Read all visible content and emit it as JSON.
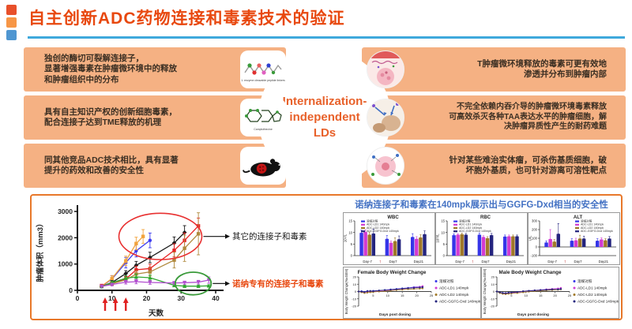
{
  "slide": {
    "title": "自主创新ADC药物连接和毒素技术的验证",
    "accent_red_orange": "#e8480f",
    "accent_orange": "#f79646",
    "accent_blue": "#4f96d1",
    "bar_background": "#f5b183",
    "underline_blue": "#3fa9dc"
  },
  "top": {
    "center_label": "Internalization-\nindependent\nLDs",
    "left_rows": [
      {
        "text": "独创的酶切可裂解连接子，\n显著增强毒素在肿瘤微环境中的释放\n和肿瘤组织中的分布",
        "icon": "peptide-linker-structure",
        "caption": "1. enzyme cleavable peptide linkers"
      },
      {
        "text": "具有自主知识产权的创新细胞毒素，\n配合连接子达到TME释放的机理",
        "icon": "camptothecine-structure",
        "caption": "Camptothecine"
      },
      {
        "text": "同其他竞品ADC技术相比，具有显著\n提升的药效和改善的安全性",
        "icon": "mouse-tumor-model"
      }
    ],
    "right_rows": [
      {
        "text": "T肿瘤微环境释放的毒素可更有效地\n渗透并分布到肿瘤内部",
        "icon": "tme-release-diagram"
      },
      {
        "text": "不完全依赖内吞介导的肿瘤微环境毒素释放\n可高效杀灭各种TAA表达水平的肿瘤细胞，解\n决肿瘤异质性产生的耐药难题",
        "icon": "bystander-killing-diagram"
      },
      {
        "text": "针对某些难治实体瘤，可杀伤基质细胞，破\n坏胞外基质，也可针对游离可溶性靶点",
        "icon": "stroma-targeting-diagram"
      }
    ]
  },
  "bottom": {
    "safety_title": "诺纳连接子和毒素在140mpk展示出与GGFG-Dxd相当的安全性"
  },
  "chart_data": [
    {
      "id": "tumor",
      "type": "line",
      "xlabel": "天数",
      "ylabel": "肿瘤体积（mm3）",
      "xlim": [
        0,
        40
      ],
      "ylim": [
        0,
        3000
      ],
      "xticks": [
        0,
        10,
        20,
        30,
        40
      ],
      "yticks": [
        0,
        1000,
        2000,
        3000
      ],
      "dose_days": [
        8,
        11,
        14
      ],
      "series": [
        {
          "name": "other-linker-blue",
          "color": "#3a3af0",
          "marker": "circle",
          "x": [
            7,
            10,
            14,
            17,
            21
          ],
          "y": [
            150,
            430,
            1050,
            1500,
            1900
          ],
          "err": [
            60,
            130,
            200,
            230,
            280
          ]
        },
        {
          "name": "other-linker-orange",
          "color": "#f2a33c",
          "marker": "square",
          "x": [
            7,
            10,
            14,
            17,
            19
          ],
          "y": [
            160,
            450,
            1120,
            1780,
            2050
          ],
          "err": [
            50,
            110,
            180,
            240,
            260
          ]
        },
        {
          "name": "other-linker-black",
          "color": "#1a1a1a",
          "marker": "diamond",
          "x": [
            7,
            10,
            14,
            17,
            21,
            28,
            31
          ],
          "y": [
            150,
            300,
            640,
            950,
            1250,
            1800,
            2200
          ],
          "err": [
            40,
            70,
            110,
            150,
            200,
            230,
            260
          ]
        },
        {
          "name": "other-linker-red",
          "color": "#e82222",
          "marker": "square",
          "x": [
            7,
            10,
            14,
            17,
            21,
            28,
            31,
            35
          ],
          "y": [
            180,
            260,
            430,
            780,
            830,
            1520,
            1900,
            2450
          ],
          "err": [
            40,
            60,
            90,
            140,
            160,
            250,
            280,
            300
          ]
        },
        {
          "name": "other-linker-brown",
          "color": "#b08a3e",
          "marker": "square",
          "x": [
            7,
            10,
            14,
            17,
            21,
            28,
            31,
            35
          ],
          "y": [
            150,
            250,
            400,
            620,
            700,
            1150,
            1600,
            2150
          ],
          "err": [
            40,
            60,
            90,
            130,
            160,
            300,
            500,
            800
          ]
        },
        {
          "name": "hona-toxin-green",
          "color": "#2fa82f",
          "marker": "triangle",
          "x": [
            7,
            10,
            14,
            17,
            21,
            28,
            31,
            35,
            38
          ],
          "y": [
            150,
            290,
            460,
            510,
            480,
            190,
            160,
            160,
            170
          ],
          "err": [
            30,
            60,
            90,
            110,
            100,
            50,
            40,
            40,
            40
          ]
        },
        {
          "name": "hona-toxin-purple",
          "color": "#b24fd0",
          "marker": "tridown",
          "x": [
            7,
            10,
            14,
            17,
            21,
            28,
            31,
            35,
            38
          ],
          "y": [
            150,
            220,
            310,
            330,
            300,
            280,
            290,
            310,
            390
          ],
          "err": [
            30,
            50,
            70,
            80,
            70,
            60,
            60,
            70,
            120
          ]
        }
      ],
      "annotations": {
        "red_ellipse": {
          "cx": 24,
          "cy": 2050,
          "rx": 12,
          "ry": 880,
          "color": "#e83030"
        },
        "green_ellipse": {
          "cx": 33.5,
          "cy": 260,
          "rx": 5.2,
          "ry": 430,
          "color": "#3a9a3a"
        },
        "label_other": "其它的连接子和毒素",
        "label_hona": "诺纳专有的连接子和毒素",
        "label_hona_color": "#e8480f"
      }
    },
    {
      "id": "wbc",
      "type": "bar",
      "title": "WBC",
      "ylabel": "10⁹/L",
      "ylim": [
        0,
        15
      ],
      "yticks": [
        0,
        5,
        10,
        15
      ],
      "categories": [
        "Day-7",
        "Day7",
        "Day21"
      ],
      "legend_side": "left",
      "dose_arrow_between": [
        0,
        1
      ],
      "series": [
        {
          "name": "溶媒对照",
          "color": "#3535e8",
          "values": [
            9.8,
            7.2,
            8.0
          ],
          "err": [
            1.2,
            1.5,
            1.5
          ]
        },
        {
          "name": "ADC-LD1 140mpk",
          "color": "#d23bd2",
          "values": [
            10.2,
            5.5,
            7.2
          ],
          "err": [
            1.0,
            0.8,
            1.0
          ]
        },
        {
          "name": "ADC-LD2 140mpk",
          "color": "#a07828",
          "values": [
            9.0,
            6.2,
            7.8
          ],
          "err": [
            1.2,
            1.5,
            1.2
          ]
        },
        {
          "name": "ADC-GGFG-Dxd 140mpk",
          "color": "#24247e",
          "values": [
            9.5,
            7.0,
            9.2
          ],
          "err": [
            2.0,
            1.5,
            1.5
          ]
        }
      ]
    },
    {
      "id": "rbc",
      "type": "bar",
      "title": "RBC",
      "ylabel": "10¹²/L",
      "ylim": [
        0,
        15
      ],
      "yticks": [
        0,
        5,
        10,
        15
      ],
      "categories": [
        "Day-7",
        "Day7",
        "Day21"
      ],
      "legend_side": "left",
      "dose_arrow_between": [
        0,
        1
      ],
      "series": [
        {
          "name": "溶媒对照",
          "color": "#3535e8",
          "values": [
            8.8,
            9.0,
            8.2
          ],
          "err": [
            0.6,
            0.8,
            0.7
          ]
        },
        {
          "name": "ADC-LD1 140mpk",
          "color": "#d23bd2",
          "values": [
            9.0,
            8.0,
            8.3
          ],
          "err": [
            0.5,
            0.6,
            0.6
          ]
        },
        {
          "name": "ADC-LD2 140mpk",
          "color": "#a07828",
          "values": [
            9.2,
            7.5,
            8.3
          ],
          "err": [
            0.5,
            0.7,
            0.6
          ]
        },
        {
          "name": "ADC-GGFG-Dxd 140mpk",
          "color": "#24247e",
          "values": [
            9.0,
            8.8,
            8.3
          ],
          "err": [
            0.6,
            0.8,
            0.6
          ]
        }
      ]
    },
    {
      "id": "alt",
      "type": "bar",
      "title": "ALT",
      "ylabel": "U/L",
      "ylim": [
        -100,
        300
      ],
      "yticks": [
        -100,
        0,
        100,
        200,
        300
      ],
      "categories": [
        "Day-7",
        "Day7",
        "Day21"
      ],
      "legend_side": "right",
      "dose_arrow_between": [
        0,
        1
      ],
      "series": [
        {
          "name": "溶媒对照",
          "color": "#3535e8",
          "values": [
            50,
            70,
            70
          ],
          "err": [
            20,
            25,
            25
          ]
        },
        {
          "name": "ADC-LD1 140mpk",
          "color": "#d23bd2",
          "values": [
            90,
            75,
            85
          ],
          "err": [
            110,
            25,
            20
          ]
        },
        {
          "name": "ADC-LD2 140mpk",
          "color": "#a07828",
          "values": [
            60,
            95,
            75
          ],
          "err": [
            25,
            40,
            20
          ]
        },
        {
          "name": "ADC-GGFG-Dxd 140mpk",
          "color": "#24247e",
          "values": [
            150,
            95,
            95
          ],
          "err": [
            120,
            30,
            25
          ]
        }
      ]
    },
    {
      "id": "female_bw",
      "type": "bwline",
      "title": "Female Body Weight Change",
      "xlabel": "Days post dosing",
      "ylabel": "Body Weight Change(%±SEM)",
      "xlim": [
        0,
        25
      ],
      "ylim": [
        -20,
        20
      ],
      "xticks": [
        5,
        10,
        15,
        20,
        25
      ],
      "yticks": [
        -20,
        -10,
        0,
        10,
        20
      ],
      "x": [
        0,
        1,
        2,
        3,
        4,
        5,
        7,
        9,
        11,
        13,
        15,
        17,
        19,
        21,
        22
      ],
      "series": [
        {
          "name": "溶媒对照",
          "color": "#3535e8",
          "y": [
            0,
            0.5,
            -0.5,
            0.8,
            0.3,
            1,
            1.2,
            2,
            2.8,
            3.5,
            4.3,
            5,
            6,
            6.5,
            7
          ]
        },
        {
          "name": "ADC-LD1 140mpk",
          "color": "#d23bd2",
          "y": [
            0,
            -0.5,
            -1,
            -0.3,
            0.5,
            0,
            0.8,
            1.5,
            2.2,
            3,
            3.6,
            4.5,
            5.5,
            6.2,
            7.5
          ]
        },
        {
          "name": "ADC-LD2 140mpk",
          "color": "#a07828",
          "y": [
            0,
            -1,
            -2,
            -1.5,
            -1,
            -0.6,
            0,
            0.5,
            1.2,
            2,
            2.6,
            3.2,
            3.6,
            4,
            4.3
          ]
        },
        {
          "name": "ADC-GGFG-Dxd 140mpk",
          "color": "#24247e",
          "y": [
            0,
            0,
            -0.6,
            0.4,
            0.8,
            0.5,
            1.4,
            2,
            2.6,
            3.2,
            4,
            4.6,
            5,
            5.5,
            6
          ]
        }
      ]
    },
    {
      "id": "male_bw",
      "type": "bwline",
      "title": "Male Body Weight Change",
      "xlabel": "Days post dosing",
      "ylabel": "Body Weight Change(%±SEM)",
      "xlim": [
        0,
        25
      ],
      "ylim": [
        -20,
        20
      ],
      "xticks": [
        5,
        10,
        15,
        20,
        25
      ],
      "yticks": [
        -20,
        -10,
        0,
        10,
        20
      ],
      "x": [
        0,
        1,
        2,
        3,
        4,
        5,
        7,
        9,
        11,
        13,
        15,
        17,
        19,
        21,
        22
      ],
      "series": [
        {
          "name": "溶媒对照",
          "color": "#3535e8",
          "y": [
            0,
            -1.2,
            -2,
            -2.6,
            -2.2,
            -1.6,
            -1,
            0,
            0.6,
            1.2,
            1.8,
            2.2,
            2.6,
            3,
            3.4
          ]
        },
        {
          "name": "ADC-LD1 140mpk",
          "color": "#d23bd2",
          "y": [
            0,
            -1.6,
            -2.6,
            -3,
            -2.6,
            -2,
            -1,
            0.2,
            1,
            1.6,
            2.2,
            3,
            3.6,
            4.2,
            5
          ]
        },
        {
          "name": "ADC-LD2 140mpk",
          "color": "#a07828",
          "y": [
            0,
            -2,
            -3.2,
            -3.6,
            -3,
            -2.6,
            -2,
            -1,
            -0.2,
            0.5,
            1,
            1.5,
            2,
            2.4,
            3
          ]
        },
        {
          "name": "ADC-GGFG-Dxd 140mpk",
          "color": "#24247e",
          "y": [
            0,
            -1,
            -2,
            -2.2,
            -1.6,
            -1.2,
            -0.6,
            0.4,
            1,
            1.6,
            2,
            2.5,
            3,
            3,
            3.5
          ]
        }
      ]
    }
  ]
}
